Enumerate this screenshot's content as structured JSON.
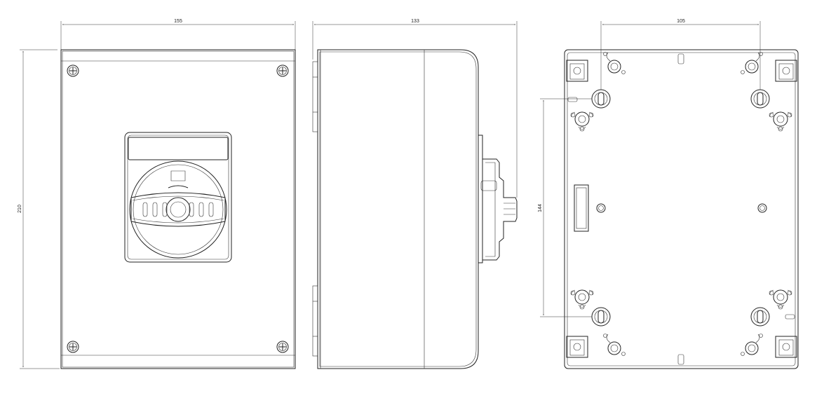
{
  "dimensions": {
    "front_width": "155",
    "front_height": "210",
    "side_depth": "133",
    "back_hole_spacing_horizontal": "105",
    "back_hole_spacing_vertical": "144"
  }
}
